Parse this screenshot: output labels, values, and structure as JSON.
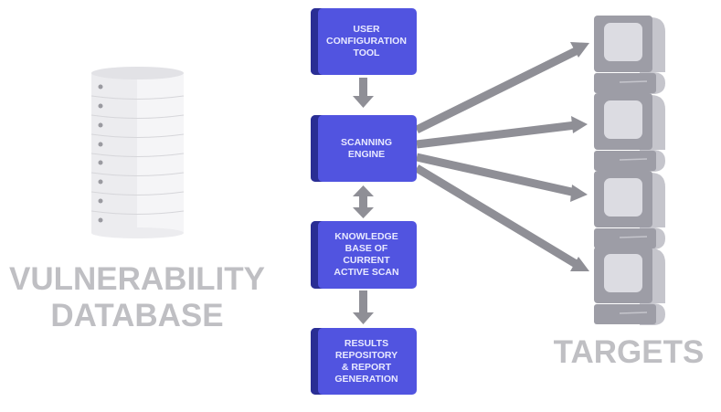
{
  "database": {
    "label_line1": "VULNERABILITY",
    "label_line2": "DATABASE",
    "icon": "database-icon"
  },
  "flow": {
    "boxes": [
      {
        "id": "user-config",
        "text": "USER\nCONFIGURATION\nTOOL"
      },
      {
        "id": "scanning-engine",
        "text": "SCANNING\nENGINE"
      },
      {
        "id": "knowledge-base",
        "text": "KNOWLEDGE\nBASE OF\nCURRENT\nACTIVE SCAN"
      },
      {
        "id": "results-repo",
        "text": "RESULTS\nREPOSITORY\n& REPORT\nGENERATION"
      }
    ]
  },
  "targets": {
    "label": "TARGETS",
    "count": 4,
    "icon": "computer-icon"
  },
  "colors": {
    "box": "#5154e0",
    "box_edge": "#2a2e94",
    "arrow": "#8f8f96",
    "computer": "#9d9da6",
    "label": "#bfbfc3"
  }
}
